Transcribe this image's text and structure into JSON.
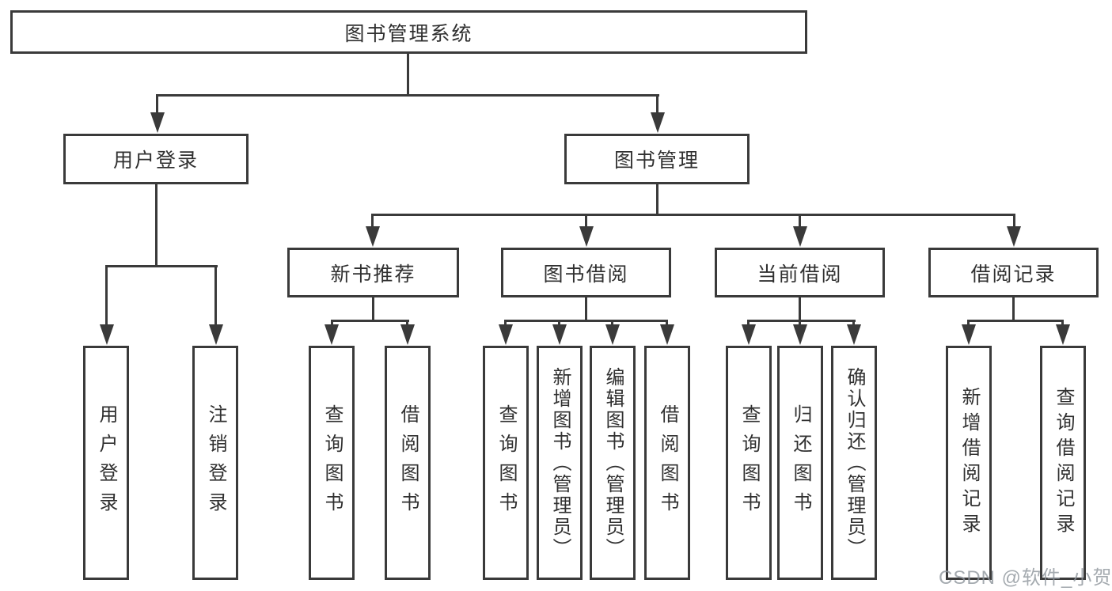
{
  "nodes": {
    "root": "图书管理系统",
    "user_login": "用户登录",
    "book_mgmt": "图书管理",
    "login": "用户登录",
    "logout": "注销登录",
    "new_rec": "新书推荐",
    "borrow": "图书借阅",
    "current": "当前借阅",
    "record": "借阅记录",
    "nbr_query": "查询图书",
    "nbr_borrow": "借阅图书",
    "bb_query": "查询图书",
    "bb_add": "新增图书（管理员）",
    "bb_edit": "编辑图书（管理员）",
    "bb_borrow": "借阅图书",
    "cb_query": "查询图书",
    "cb_return": "归还图书",
    "cb_confirm": "确认归还（管理员）",
    "br_add": "新增借阅记录",
    "br_query": "查询借阅记录"
  },
  "watermark": "CSDN @软件_小贺同学",
  "colors": {
    "line": "#3a3a3a",
    "text": "#303030",
    "watermark": "#8e959c",
    "background": "#ffffff"
  }
}
